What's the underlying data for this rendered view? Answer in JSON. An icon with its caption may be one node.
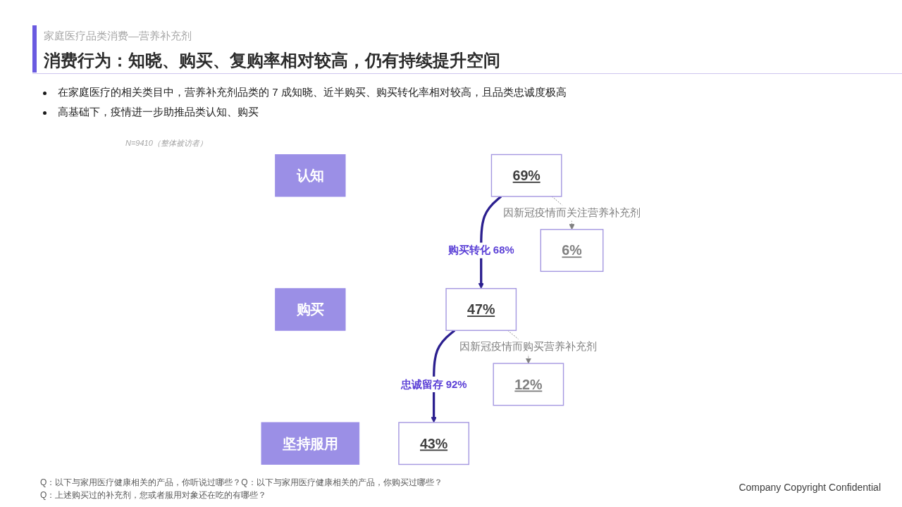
{
  "diagram": {
    "title": "消费行为：知晓、购买、复购率相对较高，仍有持续提升空间",
    "nodes": [
      {
        "text": [
          "认知"
        ]
      },
      {
        "text": [
          "69%"
        ]
      },
      {
        "text": [
          "6%"
        ]
      },
      {
        "text": [
          "购买"
        ]
      },
      {
        "text": [
          "47%"
        ]
      },
      {
        "text": [
          "12%"
        ]
      },
      {
        "text": [
          "坚持服用"
        ]
      },
      {
        "text": [
          "43%"
        ]
      }
    ],
    "edges": [
      {
        "from": 1,
        "to": 4,
        "arrow": "to",
        "label": "购买转化 68%",
        "style": "thick",
        "color": "#2b1f8f"
      },
      {
        "from": 1,
        "to": 2,
        "arrow": "to",
        "label": "因新冠疫情而关注营养补充剂",
        "style": "dashed",
        "color": "#808080"
      },
      {
        "from": 4,
        "to": 7,
        "arrow": "to",
        "label": "忠诚留存 92%",
        "style": "thick",
        "color": "#2b1f8f"
      },
      {
        "from": 4,
        "to": 5,
        "arrow": "to",
        "label": "因新冠疫情而购买营养补充剂",
        "style": "dashed",
        "color": "#808080"
      }
    ],
    "labels": [
      "家庭医疗品类消费—营养补充剂",
      "在家庭医疗的相关类目中，营养补充剂品类的 7 成知晓、近半购买、购买转化率相对较高，且品类忠诚度极高",
      "高基础下，疫情进一步助推品类认知、购买",
      "N=9410（整体被访者）",
      "Q：以下与家用医疗健康相关的产品，你听说过哪些？Q：以下与家用医疗健康相关的产品，你购买过哪些？",
      "Q：上述购买过的补充剂，您或者服用对象还在吃的有哪些？",
      "Company Copyright Confidential"
    ]
  }
}
